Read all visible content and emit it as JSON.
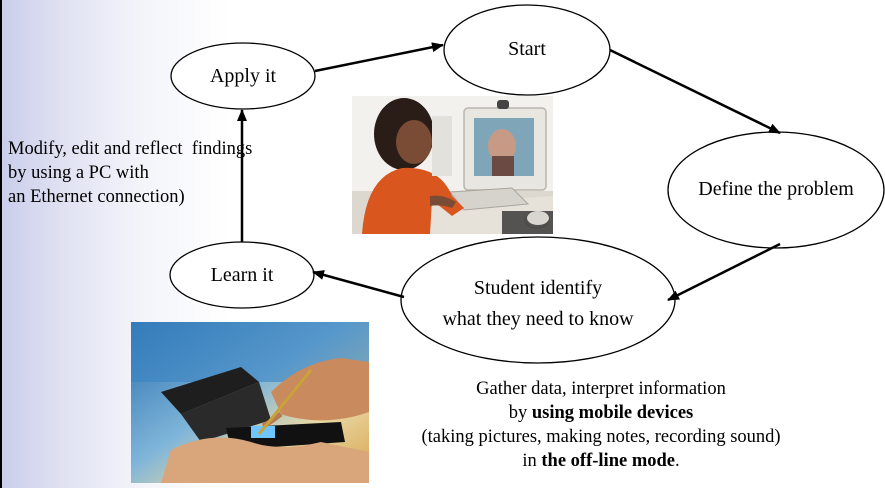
{
  "nodes": {
    "start": "Start",
    "apply": "Apply it",
    "define": "Define the problem",
    "learn": "Learn it",
    "identify_line1": "Student identify",
    "identify_line2": "what they need to know"
  },
  "findings": {
    "line1": "Modify, edit and reflect  findings",
    "line2": "by using a PC with",
    "line3": "an Ethernet connection)"
  },
  "gather": {
    "line1": "Gather data, interpret information",
    "line2_prefix": "by ",
    "line2_bold": "using mobile devices",
    "line3": "(taking pictures, making notes, recording sound)",
    "line4_prefix": "in ",
    "line4_bold": "the off-line mode",
    "line4_suffix": "."
  },
  "images": {
    "computer_photo": "student-at-computer-photo",
    "phone_photo": "hand-with-mobile-phone-photo"
  }
}
